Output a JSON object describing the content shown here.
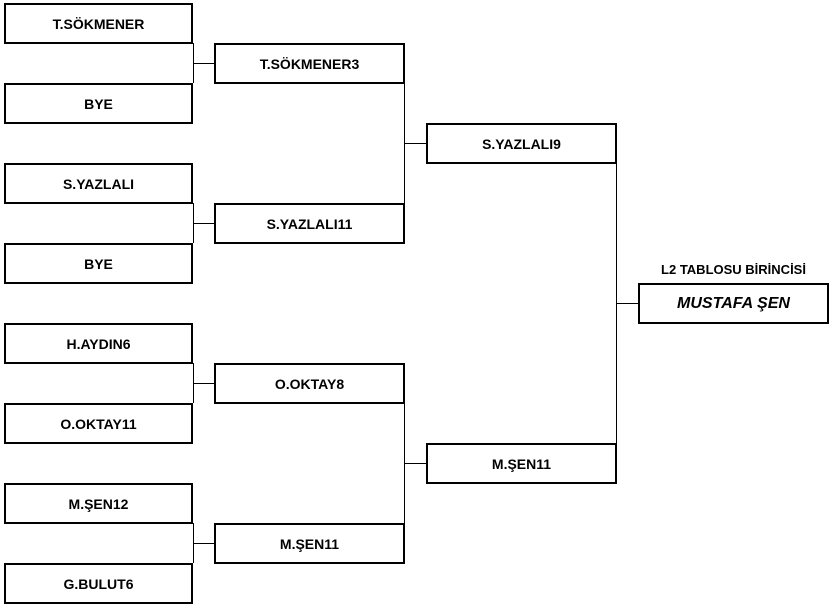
{
  "round1": [
    {
      "name": "T.SÖKMENER",
      "score": ""
    },
    {
      "name": "BYE",
      "score": ""
    },
    {
      "name": "S.YAZLALI",
      "score": ""
    },
    {
      "name": "BYE",
      "score": ""
    },
    {
      "name": "H.AYDIN",
      "score": "6"
    },
    {
      "name": "O.OKTAY",
      "score": "11"
    },
    {
      "name": "M.ŞEN",
      "score": "12"
    },
    {
      "name": "G.BULUT",
      "score": "6"
    }
  ],
  "round2": [
    {
      "name": "T.SÖKMENER",
      "score": "3"
    },
    {
      "name": "S.YAZLALI",
      "score": "11"
    },
    {
      "name": "O.OKTAY",
      "score": "8"
    },
    {
      "name": "M.ŞEN",
      "score": "11"
    }
  ],
  "round3": [
    {
      "name": "S.YAZLALI",
      "score": "9"
    },
    {
      "name": "M.ŞEN",
      "score": "11"
    }
  ],
  "winner": {
    "title": "L2 TABLOSU BİRİNCİSİ",
    "name": "MUSTAFA ŞEN"
  },
  "colors": {
    "line": "#000000",
    "background": "#ffffff"
  }
}
